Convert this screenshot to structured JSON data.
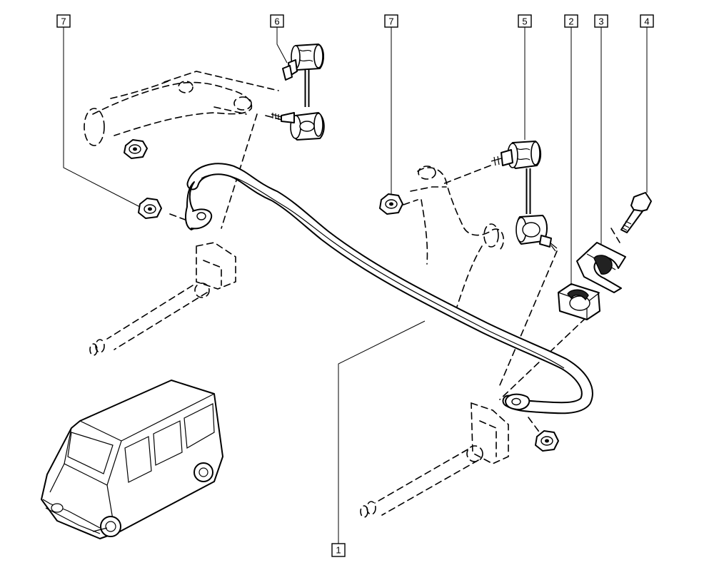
{
  "callouts": [
    {
      "id": "c7a",
      "label": "7"
    },
    {
      "id": "c6",
      "label": "6"
    },
    {
      "id": "c7b",
      "label": "7"
    },
    {
      "id": "c5",
      "label": "5"
    },
    {
      "id": "c2",
      "label": "2"
    },
    {
      "id": "c3",
      "label": "3"
    },
    {
      "id": "c4",
      "label": "4"
    },
    {
      "id": "c1",
      "label": "1"
    }
  ],
  "icons": {
    "stabilizer_bar": "stabilizer-bar-icon",
    "link_rod": "link-rod-icon",
    "nut": "nut-icon",
    "bolt": "bolt-icon",
    "bushing": "bushing-icon",
    "clamp": "clamp-icon",
    "van": "van-icon"
  }
}
